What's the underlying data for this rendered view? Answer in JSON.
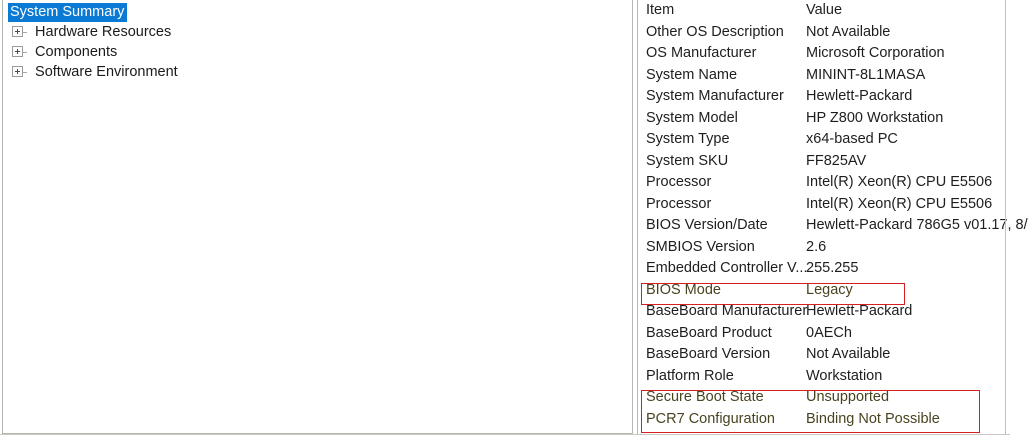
{
  "tree": {
    "root": {
      "label": "System Summary",
      "selected": true
    },
    "children": [
      {
        "label": "Hardware Resources",
        "expander": "plus-box-icon"
      },
      {
        "label": "Components",
        "expander": "plus-box-icon"
      },
      {
        "label": "Software Environment",
        "expander": "plus-box-icon"
      }
    ]
  },
  "list": {
    "headers": {
      "item": "Item",
      "value": "Value"
    },
    "rows": [
      {
        "item": "Other OS Description",
        "value": "Not Available"
      },
      {
        "item": "OS Manufacturer",
        "value": "Microsoft Corporation"
      },
      {
        "item": "System Name",
        "value": "MININT-8L1MASA"
      },
      {
        "item": "System Manufacturer",
        "value": "Hewlett-Packard"
      },
      {
        "item": "System Model",
        "value": "HP Z800 Workstation"
      },
      {
        "item": "System Type",
        "value": "x64-based PC"
      },
      {
        "item": "System SKU",
        "value": "FF825AV"
      },
      {
        "item": "Processor",
        "value": "Intel(R) Xeon(R) CPU           E5506"
      },
      {
        "item": "Processor",
        "value": "Intel(R) Xeon(R) CPU           E5506"
      },
      {
        "item": "BIOS Version/Date",
        "value": "Hewlett-Packard 786G5 v01.17, 8/"
      },
      {
        "item": "SMBIOS Version",
        "value": "2.6"
      },
      {
        "item": "Embedded Controller V...",
        "value": "255.255"
      },
      {
        "item": "BIOS Mode",
        "value": "Legacy",
        "highlighted": true
      },
      {
        "item": "BaseBoard Manufacturer",
        "value": "Hewlett-Packard"
      },
      {
        "item": "BaseBoard Product",
        "value": "0AECh"
      },
      {
        "item": "BaseBoard Version",
        "value": "Not Available"
      },
      {
        "item": "Platform Role",
        "value": "Workstation"
      },
      {
        "item": "Secure Boot State",
        "value": "Unsupported",
        "highlighted": true
      },
      {
        "item": "PCR7 Configuration",
        "value": "Binding Not Possible",
        "highlighted": true
      }
    ]
  },
  "annotations": {
    "color": "#d61f1f",
    "boxes": [
      {
        "name": "bios-mode-highlight",
        "targets": [
          "BIOS Mode"
        ]
      },
      {
        "name": "secure-boot-highlight",
        "targets": [
          "Secure Boot State",
          "PCR7 Configuration"
        ]
      }
    ]
  },
  "colors": {
    "selection": "#0b7ad4",
    "selection_text": "#ffffff",
    "text": "#1e1e1e",
    "flagged_text": "#4a4320",
    "annotation": "#d61f1f",
    "border": "#b5b5b0"
  }
}
